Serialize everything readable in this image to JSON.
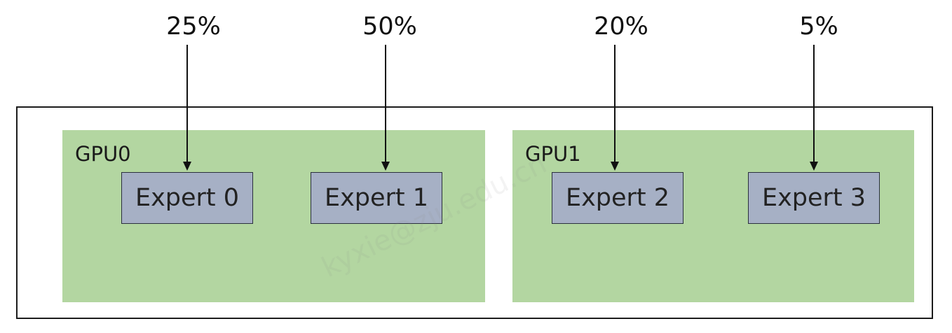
{
  "percentages": [
    "25%",
    "50%",
    "20%",
    "5%"
  ],
  "gpus": [
    {
      "label": "GPU0"
    },
    {
      "label": "GPU1"
    }
  ],
  "experts": [
    "Expert 0",
    "Expert 1",
    "Expert 2",
    "Expert 3"
  ],
  "watermark": "kyxie@zju.edu.cn",
  "colors": {
    "gpu_fill": "#b3d6a1",
    "expert_fill": "#a6b0c5",
    "border": "#1c1c1c"
  }
}
